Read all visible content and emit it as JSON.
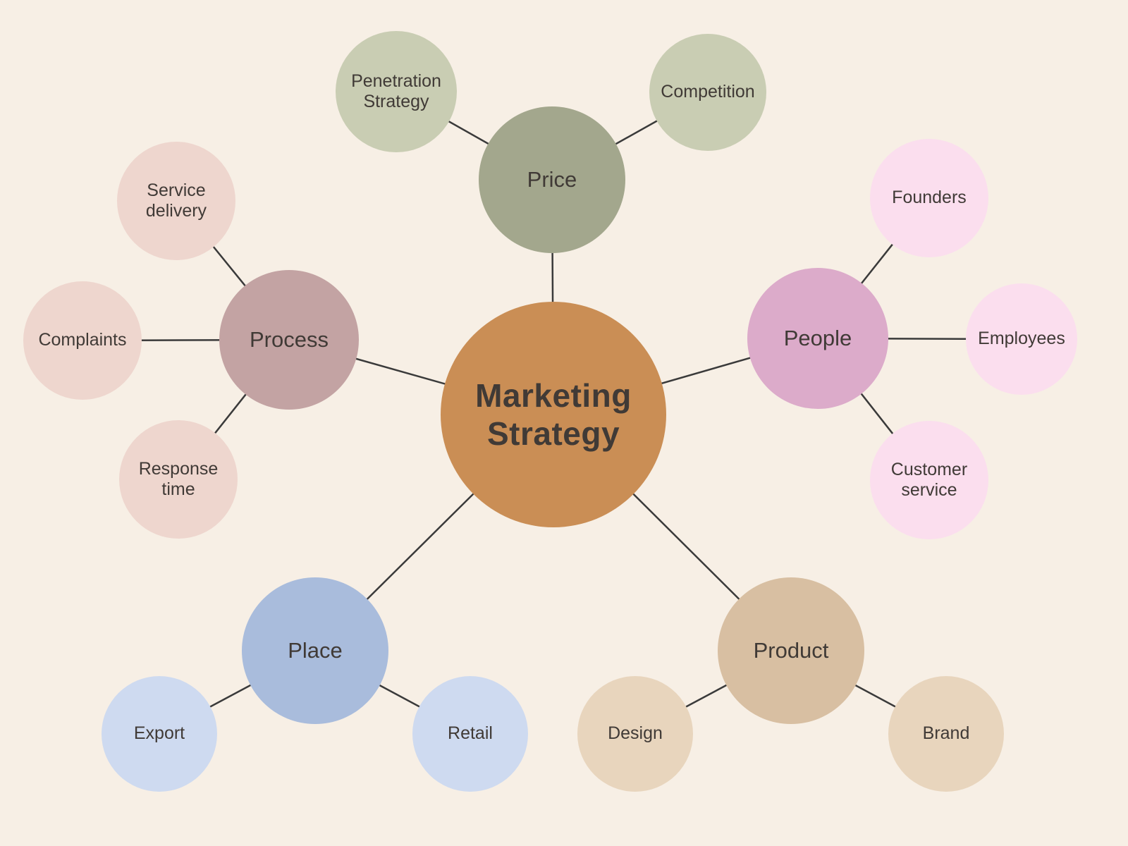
{
  "diagram": {
    "type": "mindmap",
    "title": "Marketing Strategy",
    "nodes": {
      "center": {
        "label": "Marketing Strategy"
      },
      "price": {
        "label": "Price"
      },
      "penetration": {
        "label": "Penetration Strategy"
      },
      "competition": {
        "label": "Competition"
      },
      "people": {
        "label": "People"
      },
      "founders": {
        "label": "Founders"
      },
      "employees": {
        "label": "Employees"
      },
      "customer_service": {
        "label": "Customer service"
      },
      "process": {
        "label": "Process"
      },
      "service_delivery": {
        "label": "Service delivery"
      },
      "complaints": {
        "label": "Complaints"
      },
      "response_time": {
        "label": "Response time"
      },
      "place": {
        "label": "Place"
      },
      "export": {
        "label": "Export"
      },
      "retail": {
        "label": "Retail"
      },
      "product": {
        "label": "Product"
      },
      "design": {
        "label": "Design"
      },
      "brand": {
        "label": "Brand"
      }
    },
    "edges": [
      [
        "center",
        "price"
      ],
      [
        "center",
        "people"
      ],
      [
        "center",
        "process"
      ],
      [
        "center",
        "place"
      ],
      [
        "center",
        "product"
      ],
      [
        "price",
        "penetration"
      ],
      [
        "price",
        "competition"
      ],
      [
        "people",
        "founders"
      ],
      [
        "people",
        "employees"
      ],
      [
        "people",
        "customer_service"
      ],
      [
        "process",
        "service_delivery"
      ],
      [
        "process",
        "complaints"
      ],
      [
        "process",
        "response_time"
      ],
      [
        "place",
        "export"
      ],
      [
        "place",
        "retail"
      ],
      [
        "product",
        "design"
      ],
      [
        "product",
        "brand"
      ]
    ]
  },
  "colors": {
    "background": "#f7efe5",
    "center": "#ca8e55",
    "price": "#a3a78d",
    "price_child": "#c9cdb3",
    "people": "#dcabca",
    "people_child": "#fbdeee",
    "process": "#c3a3a3",
    "process_child": "#eed6ce",
    "place": "#a9bcdc",
    "place_child": "#cedaf0",
    "product": "#d8bfa2",
    "product_child": "#e8d5bd",
    "line": "#3a3a3a",
    "text": "#403a36"
  }
}
